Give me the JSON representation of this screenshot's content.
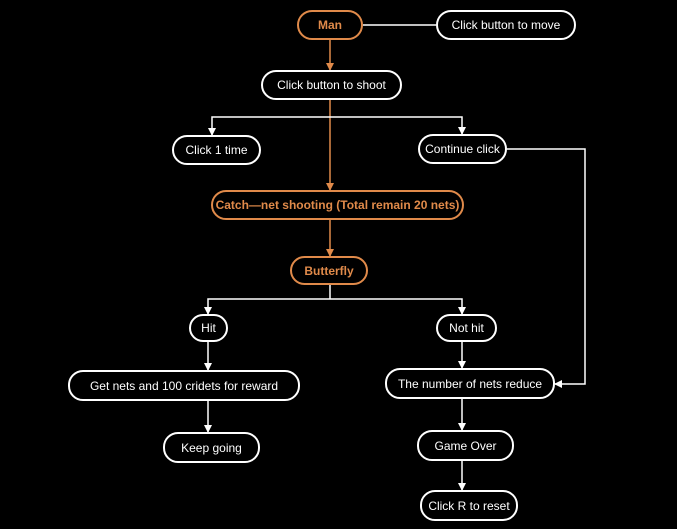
{
  "colors": {
    "background": "#000000",
    "main_flow": "#e08a4a",
    "branch": "#ffffff"
  },
  "nodes": {
    "man": "Man",
    "move": "Click button to move",
    "shoot": "Click button to shoot",
    "click_once": "Click 1 time",
    "continue_click": "Continue click",
    "catch": "Catch—net shooting (Total remain 20 nets)",
    "butterfly": "Butterfly",
    "hit": "Hit",
    "not_hit": "Not hit",
    "reward": "Get  nets and 100 cridets for reward",
    "nets_reduce": "The number of nets reduce",
    "keep_going": "Keep going",
    "game_over": "Game Over",
    "reset": "Click R to reset"
  }
}
